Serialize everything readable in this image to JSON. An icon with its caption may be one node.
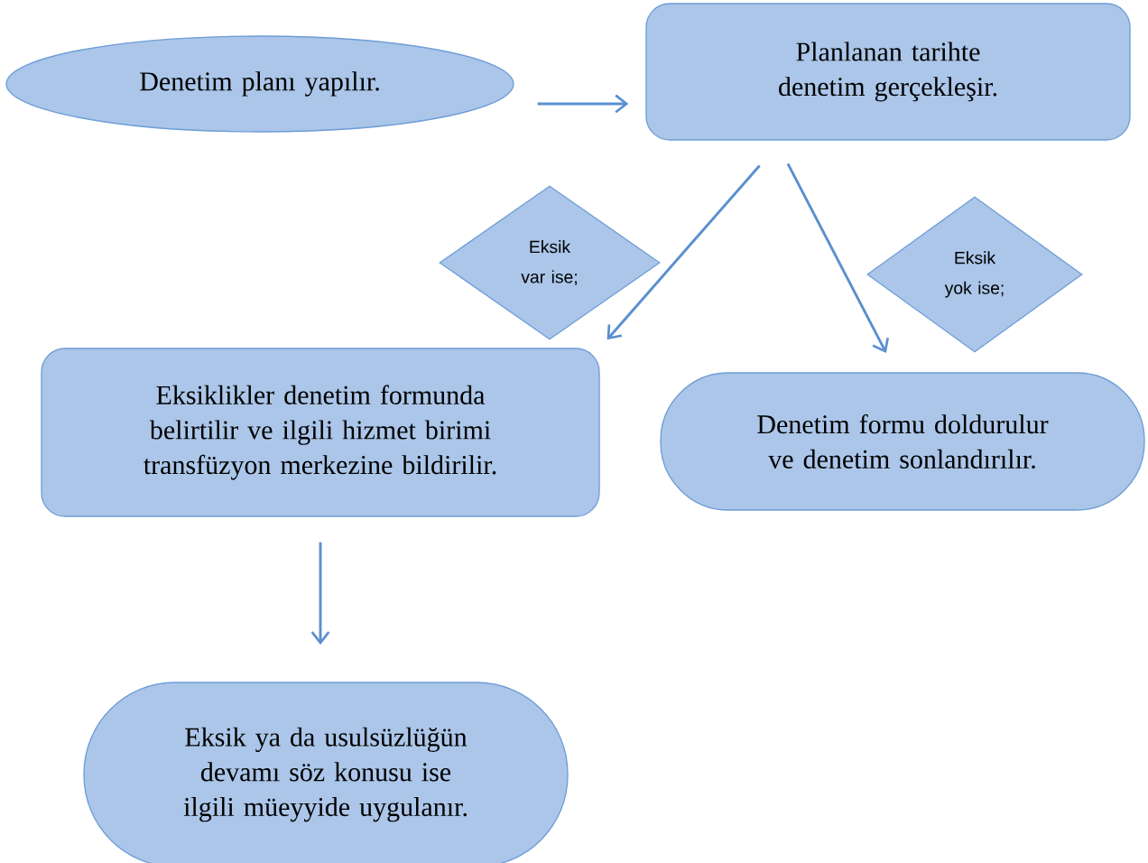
{
  "diagram": {
    "nodes": [
      {
        "text": [
          "Denetim planı yapılır."
        ]
      },
      {
        "text": [
          "Planlanan tarihte denetim gerçekleşir."
        ]
      },
      {
        "text": [
          "Eksik var ise;"
        ]
      },
      {
        "text": [
          "Eksik yok ise;"
        ]
      },
      {
        "text": [
          "Eksiklikler denetim formunda belirtilir ve ilgili hizmet birimi transfüzyon merkezine bildirilir."
        ]
      },
      {
        "text": [
          "Denetim formu doldurulur ve denetim sonlandırılır."
        ]
      },
      {
        "text": [
          "Eksik ya da usulsüzlüğün devamı söz konusu ise ilgili müeyyide uygulanır."
        ]
      }
    ],
    "edges": [
      {
        "from": 0,
        "to": 1,
        "arrow": "to"
      },
      {
        "from": 1,
        "to": 4,
        "arrow": "to"
      },
      {
        "from": 1,
        "to": 5,
        "arrow": "to"
      },
      {
        "from": 4,
        "to": 6,
        "arrow": "to"
      }
    ]
  }
}
